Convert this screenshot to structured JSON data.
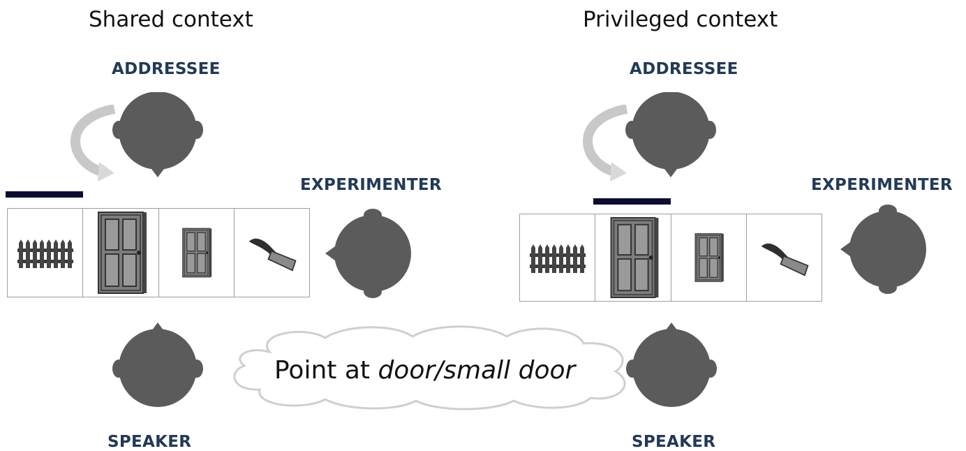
{
  "panels": {
    "shared": {
      "title": "Shared context",
      "addressee": "ADDRESSEE",
      "experimenter": "EXPERIMENTER",
      "speaker": "SPEAKER"
    },
    "privileged": {
      "title": "Privileged context",
      "addressee": "ADDRESSEE",
      "experimenter": "EXPERIMENTER",
      "speaker": "SPEAKER"
    }
  },
  "objects": [
    "fence-icon",
    "large-door-icon",
    "small-door-icon",
    "brush-icon"
  ],
  "instruction": {
    "prefix": "Point at ",
    "target": "door/small door"
  },
  "colors": {
    "head": "#5b5b5b",
    "label": "#223a57",
    "bar": "#0c0c33",
    "arrow": "#c8c8c8"
  }
}
